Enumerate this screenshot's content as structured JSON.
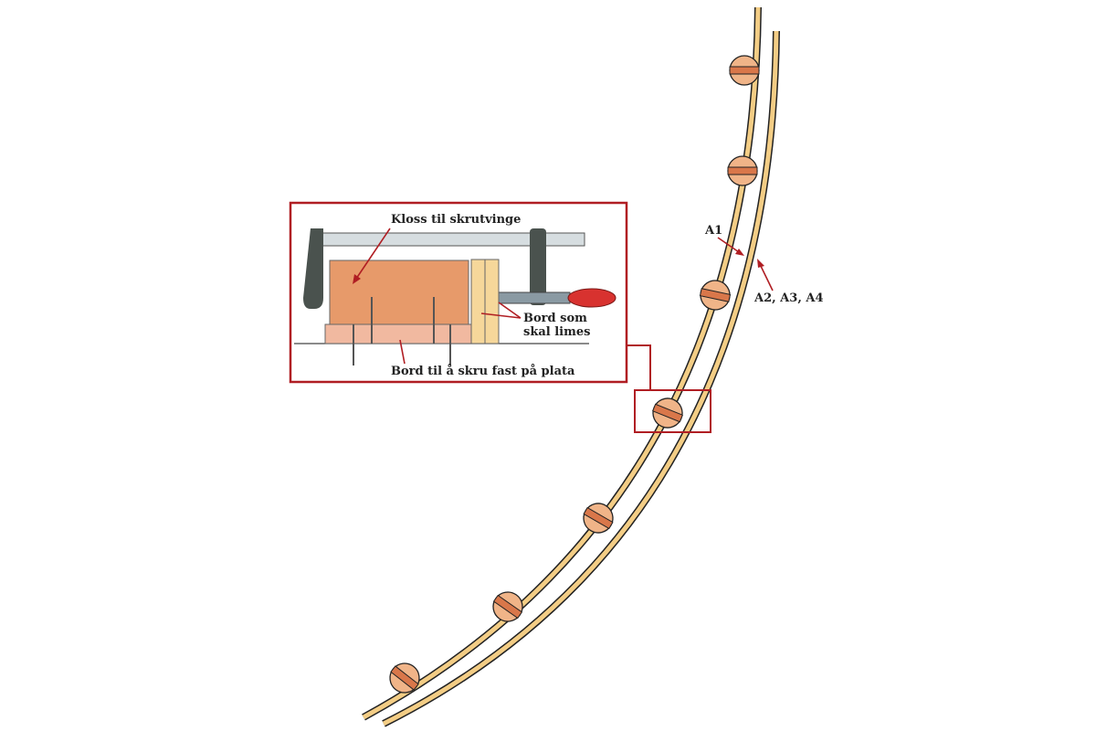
{
  "inset": {
    "label_block": "Kloss til skrutvinge",
    "label_boards_line1": "Bord som",
    "label_boards_line2": "skal limes",
    "label_base": "Bord til å skru fast på plata"
  },
  "strips": {
    "label_a1": "A1",
    "label_a2": "A2, A3, A4"
  },
  "colors": {
    "callout": "#b01e23",
    "wood_strip": "#f3cd85",
    "block": "#e79a6a",
    "clamp": "#4a524e",
    "handle": "#d8322f"
  }
}
